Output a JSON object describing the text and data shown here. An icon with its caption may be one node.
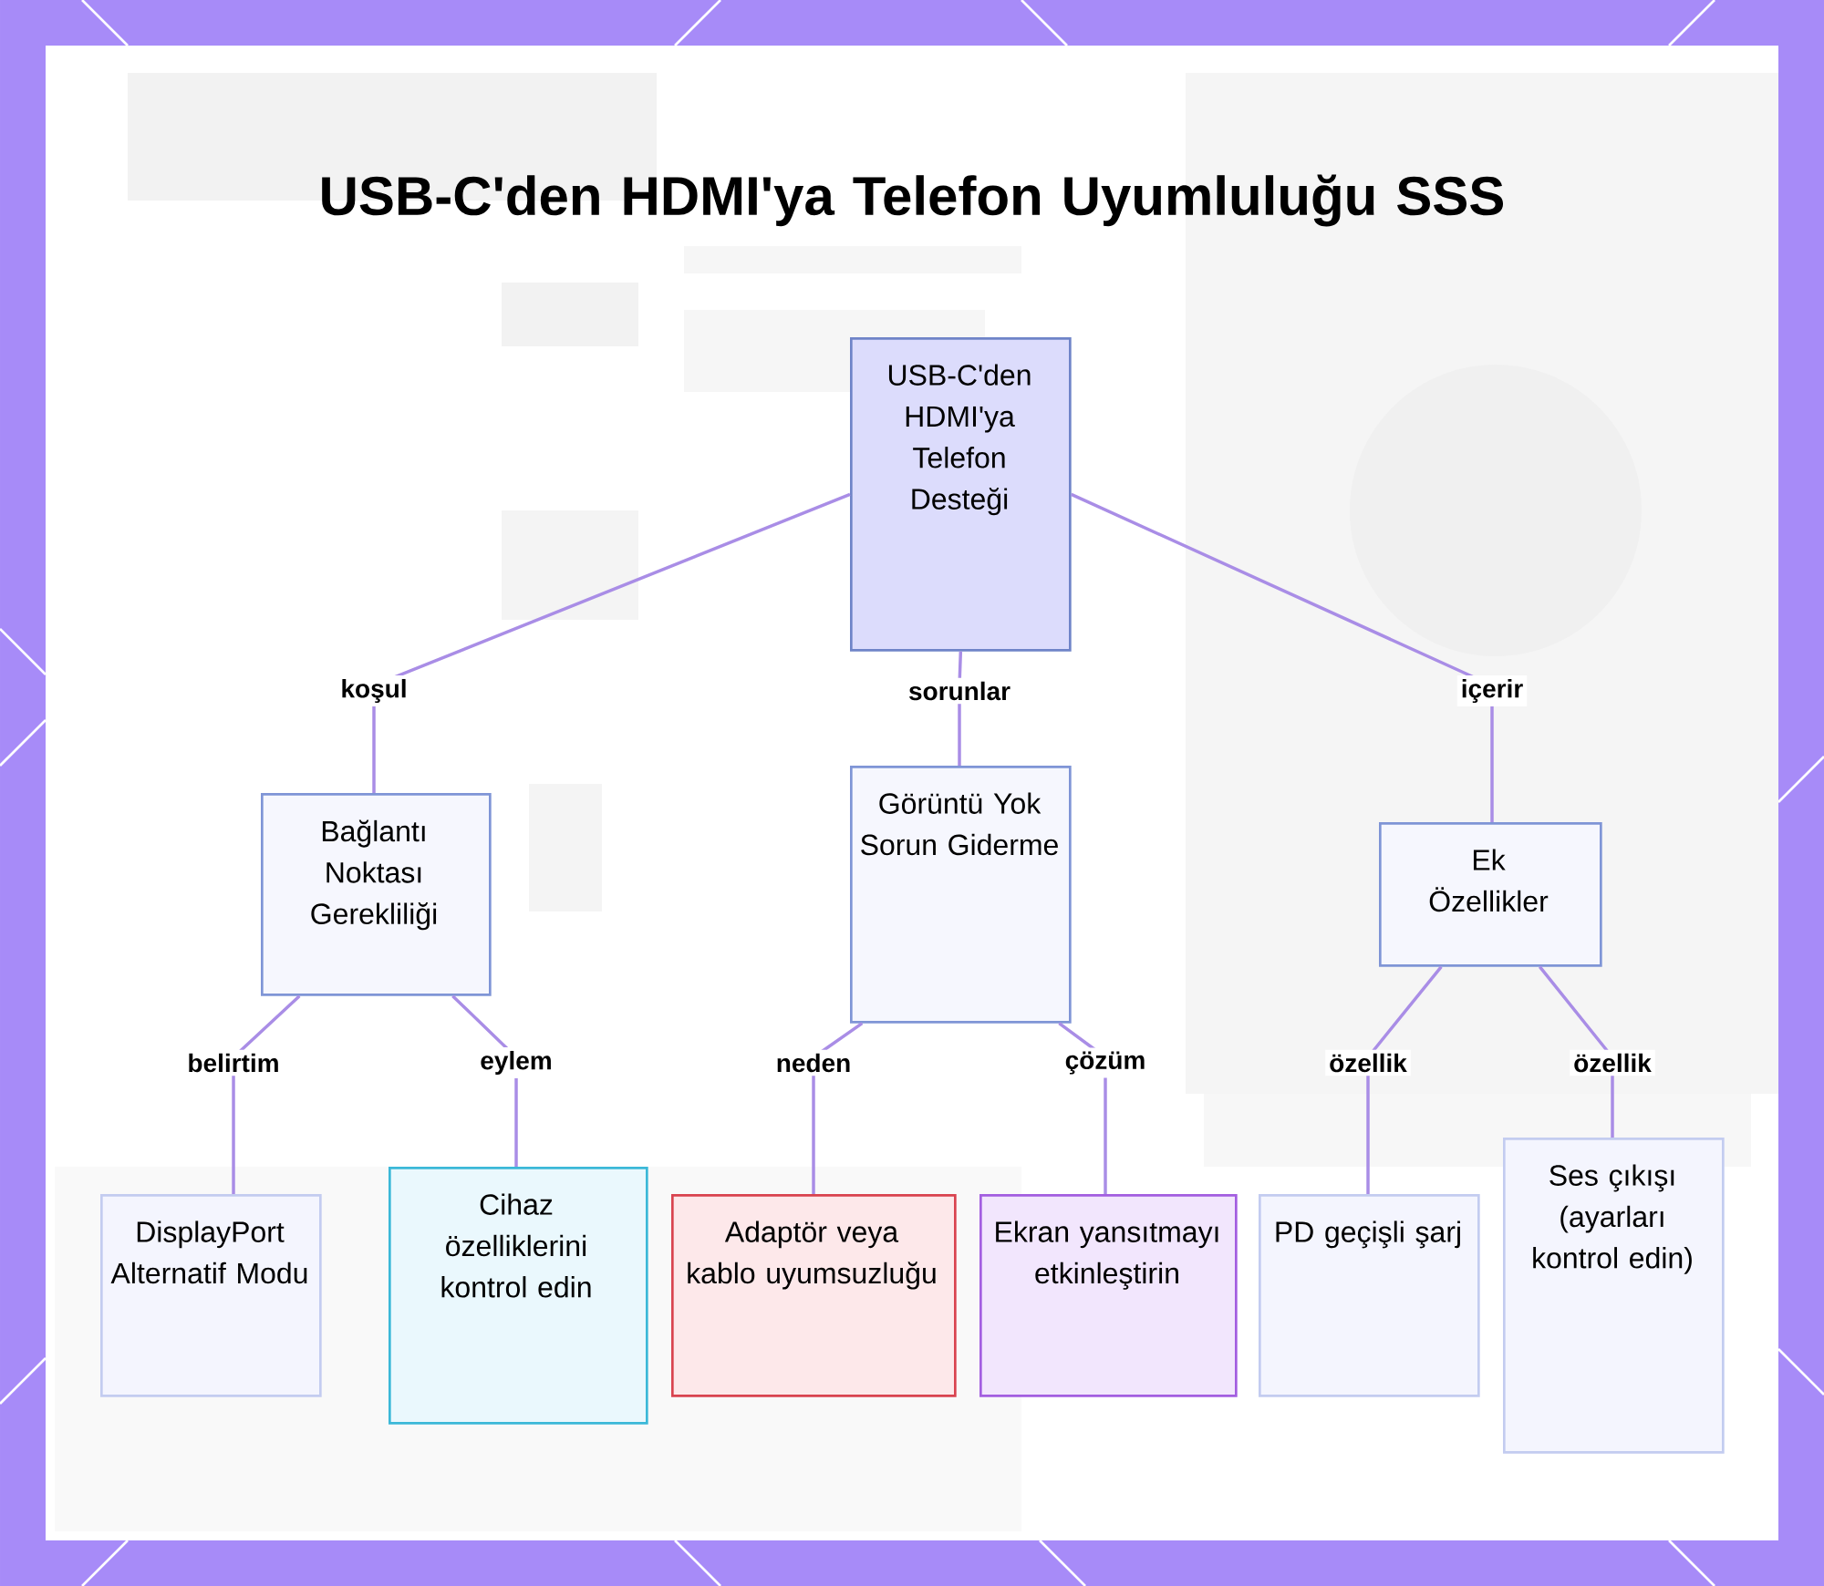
{
  "diagram": {
    "title": "USB-C'den HDMI'ya Telefon Uyumluluğu SSS",
    "nodes": [
      {
        "text": [
          "USB-C'den HDMI'ya Telefon Desteği"
        ]
      },
      {
        "text": [
          "Bağlantı Noktası Gerekliliği"
        ]
      },
      {
        "text": [
          "Görüntü Yok Sorun Giderme"
        ]
      },
      {
        "text": [
          "Ek Özellikler"
        ]
      },
      {
        "text": [
          "DisplayPort Alternatif Modu"
        ]
      },
      {
        "text": [
          "Cihaz özelliklerini kontrol edin"
        ]
      },
      {
        "text": [
          "Adaptör veya kablo uyumsuzluğu"
        ]
      },
      {
        "text": [
          "Ekran yansıtmayı etkinleştirin"
        ]
      },
      {
        "text": [
          "PD geçişli şarj"
        ]
      },
      {
        "text": [
          "Ses çıkışı (ayarları kontrol edin)"
        ]
      }
    ],
    "edges": [
      {
        "from": 0,
        "to": 1,
        "arrow": "none",
        "label": "koşul"
      },
      {
        "from": 0,
        "to": 2,
        "arrow": "none",
        "label": "sorunlar"
      },
      {
        "from": 0,
        "to": 3,
        "arrow": "none",
        "label": "içerir"
      },
      {
        "from": 1,
        "to": 4,
        "arrow": "none",
        "label": "belirtim"
      },
      {
        "from": 1,
        "to": 5,
        "arrow": "none",
        "label": "eylem"
      },
      {
        "from": 2,
        "to": 6,
        "arrow": "none",
        "label": "neden"
      },
      {
        "from": 2,
        "to": 7,
        "arrow": "none",
        "label": "çözüm"
      },
      {
        "from": 3,
        "to": 8,
        "arrow": "none",
        "label": "özellik"
      },
      {
        "from": 3,
        "to": 9,
        "arrow": "none",
        "label": "özellik"
      }
    ]
  }
}
